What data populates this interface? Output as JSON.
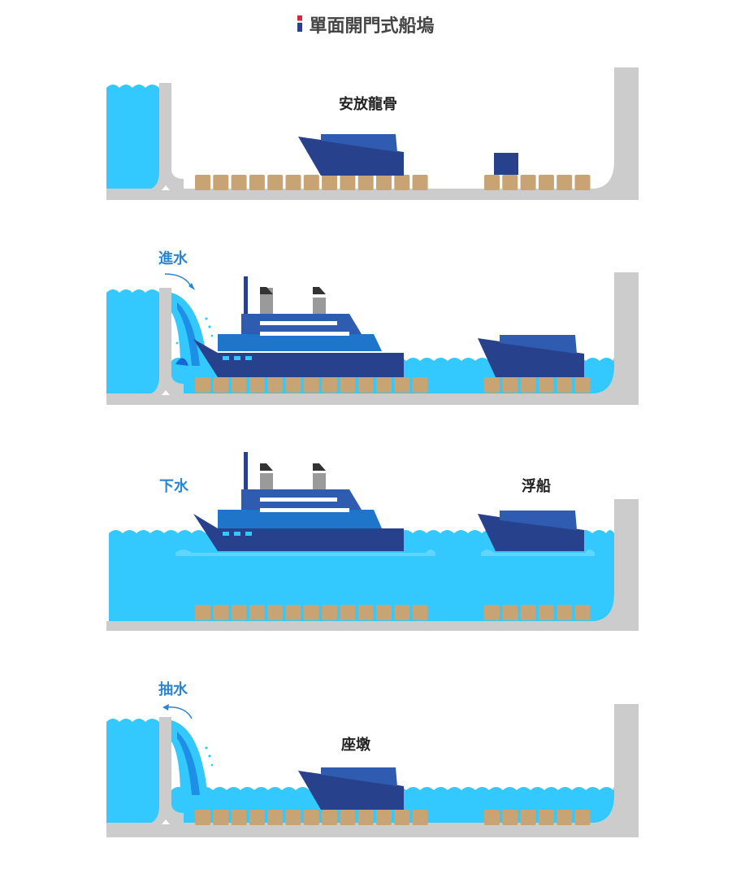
{
  "title": "單面開門式船塢",
  "colors": {
    "water": "#33c9ff",
    "wall": "#cccccc",
    "block": "#c8a373",
    "ship_dark": "#27418c",
    "ship_mid": "#2f5bb0",
    "ship_light": "#1f75c9",
    "label_blue": "#2a86d3"
  },
  "panels": [
    {
      "step": 1,
      "label": "安放龍骨"
    },
    {
      "step": 2,
      "label": "進水"
    },
    {
      "step": 3,
      "label_left": "下水",
      "label_right": "浮船"
    },
    {
      "step": 4,
      "label_left": "抽水",
      "label_center": "座墩"
    }
  ]
}
